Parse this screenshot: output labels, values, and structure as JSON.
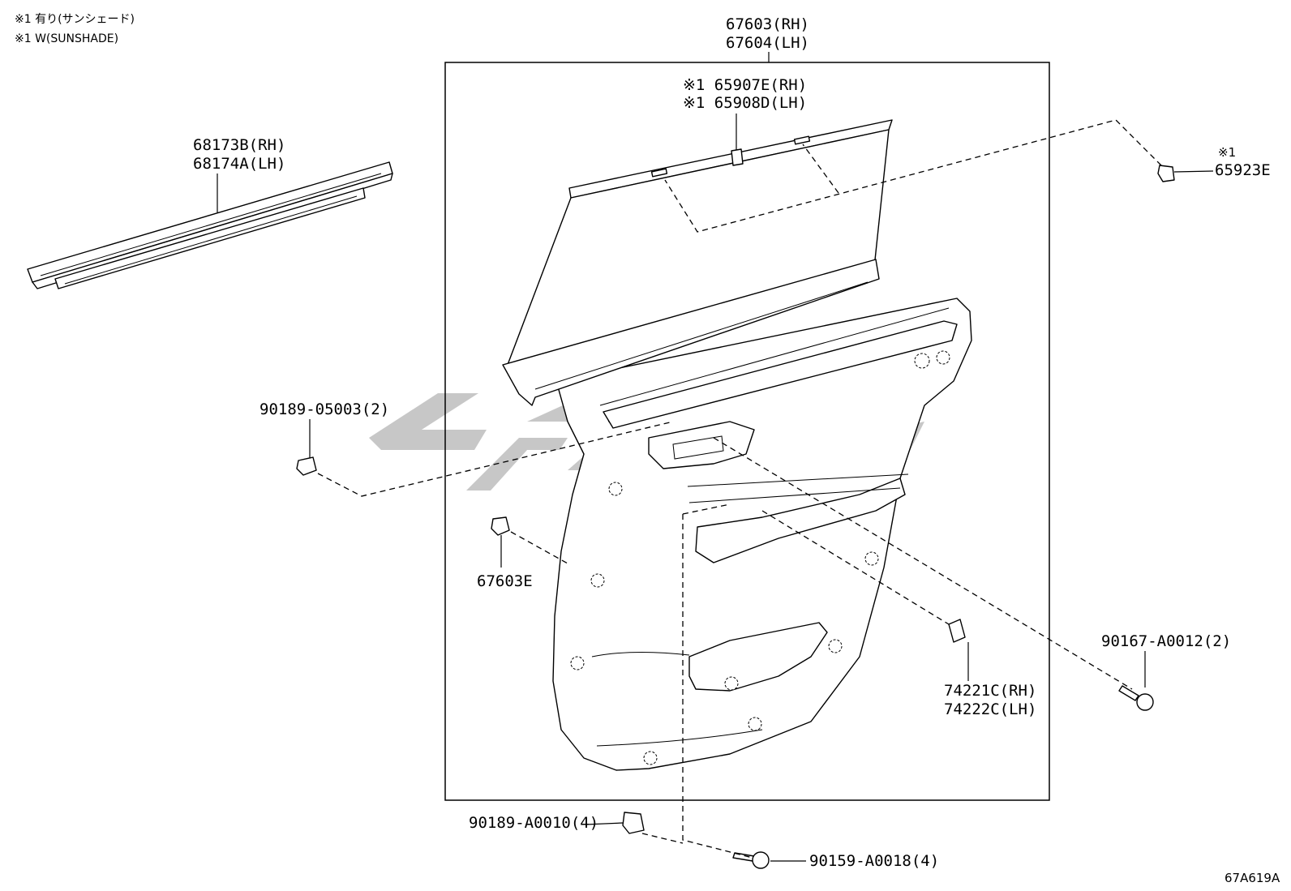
{
  "notes": [
    "※1 有り(サンシェード)",
    "※1 W(SUNSHADE)"
  ],
  "parts": {
    "trim_panel": [
      "67603(RH)",
      "67604(LH)"
    ],
    "sunshade": [
      "※1 65907E(RH)",
      "※1 65908D(LH)"
    ],
    "sunshade_hook": [
      "※1",
      "65923E"
    ],
    "belt_weatherstrip": [
      "68173B(RH)",
      "68174A(LH)"
    ],
    "clip_upper": "90189-05003(2)",
    "clip_side": "67603E",
    "screw_right": "90167-A0012(2)",
    "cap": [
      "74221C(RH)",
      "74222C(LH)"
    ],
    "clip_bottom": "90189-A0010(4)",
    "screw_bottom": "90159-A0018(4)"
  },
  "diagram_code": "67A619A"
}
